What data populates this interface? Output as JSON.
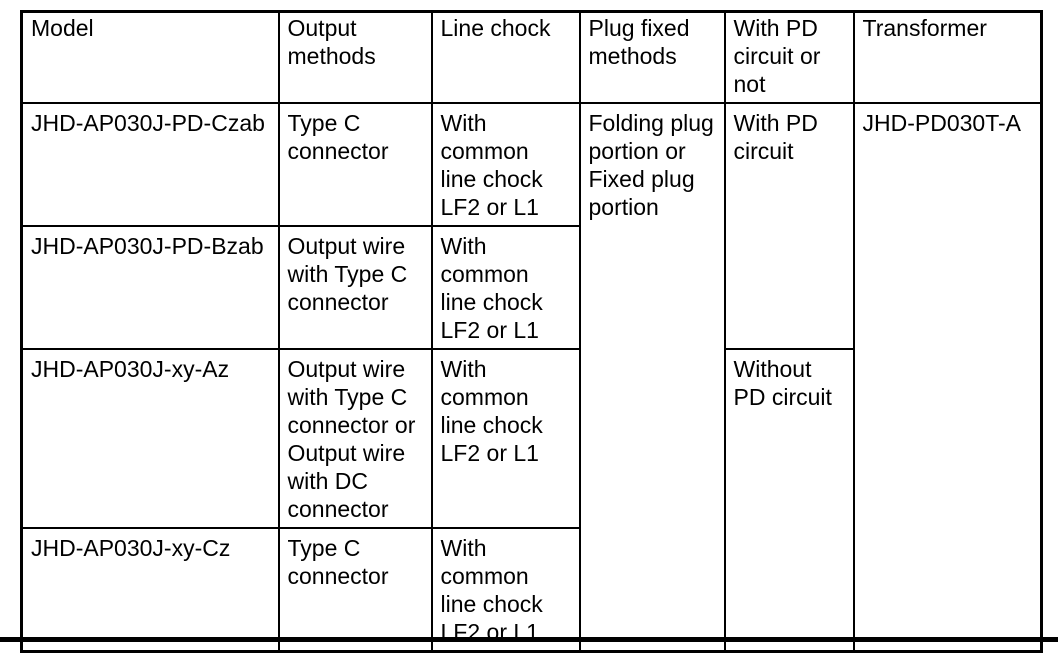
{
  "table": {
    "headers": [
      "Model",
      "Output\nmethods",
      "Line chock",
      "Plug fixed\nmethods",
      "With PD\ncircuit or\nnot",
      "Transformer"
    ],
    "rows": [
      {
        "model": "JHD-AP030J-PD-Czab",
        "output_methods": "Type C\nconnector",
        "line_chock": "With\ncommon\nline chock\nLF2 or L1"
      },
      {
        "model": "JHD-AP030J-PD-Bzab",
        "output_methods": "Output wire\nwith Type C\nconnector",
        "line_chock": "With\ncommon\nline chock\nLF2 or L1"
      },
      {
        "model": "JHD-AP030J-xy-Az",
        "output_methods": "Output wire\nwith Type C\nconnector or\nOutput wire\nwith DC\nconnector",
        "line_chock": "With\ncommon\nline chock\nLF2 or L1"
      },
      {
        "model": "JHD-AP030J-xy-Cz",
        "output_methods": "Type C\nconnector",
        "line_chock": "With\ncommon\nline chock\nLF2 or L1"
      }
    ],
    "merged_cells": {
      "plug_fixed_methods": "Folding plug\nportion or\nFixed plug\nportion",
      "pd_with": "With PD\ncircuit",
      "pd_without": "Without\nPD circuit",
      "transformer": "JHD-PD030T-A"
    }
  },
  "colors": {
    "text": "#000000",
    "border": "#000000",
    "background": "#ffffff",
    "bottom_rule": "#000000"
  }
}
